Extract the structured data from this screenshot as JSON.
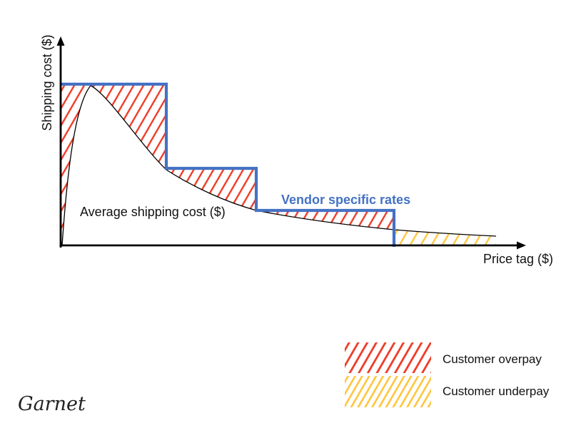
{
  "chart_data": {
    "type": "line",
    "title": "",
    "xlabel": "Price tag ($)",
    "ylabel": "Shipping cost ($)",
    "axes_have_numeric_ticks": false,
    "grid": false,
    "legend_position": "bottom-right-outside",
    "series": [
      {
        "name": "Average shipping cost ($)",
        "style": "smooth-curve",
        "color": "#000000",
        "points_pct": [
          [
            0,
            0
          ],
          [
            1.5,
            35
          ],
          [
            6.3,
            100
          ],
          [
            22.6,
            47
          ],
          [
            41.9,
            21.5
          ],
          [
            71.6,
            9.5
          ],
          [
            93.5,
            5.5
          ]
        ]
      },
      {
        "name": "Vendor specific rates",
        "style": "step",
        "color": "#4472C4",
        "steps_pct": [
          {
            "from_x": 0,
            "to_x": 22.6,
            "level": 100
          },
          {
            "from_x": 22.6,
            "to_x": 41.9,
            "level": 47.5
          },
          {
            "from_x": 41.9,
            "to_x": 71.6,
            "level": 21.5
          },
          {
            "from_x": 71.6,
            "to_x": 100,
            "level": 0
          }
        ]
      }
    ],
    "regions": [
      {
        "name": "Customer overpay",
        "fill": "red-diagonal-hatch",
        "color": "#EE3A26",
        "where": "step rate above average cost curve"
      },
      {
        "name": "Customer underpay",
        "fill": "yellow-diagonal-hatch",
        "color": "#FFC53D",
        "where": "average cost curve above step rate (right tail)"
      }
    ]
  },
  "labels": {
    "y_axis": "Shipping cost ($)",
    "x_axis": "Price tag ($)",
    "curve": "Average shipping cost ($)",
    "step": "Vendor specific rates"
  },
  "legend": {
    "items": [
      {
        "label": "Customer overpay",
        "swatch": "red-hatch",
        "color": "#EE3A26"
      },
      {
        "label": "Customer underpay",
        "swatch": "yellow-hatch",
        "color": "#FFC53D"
      }
    ]
  },
  "signature": "Garnet",
  "colors": {
    "step_blue": "#4472C4",
    "overpay_red": "#EE3A26",
    "underpay_yellow": "#FFC53D",
    "curve_black": "#000000"
  }
}
